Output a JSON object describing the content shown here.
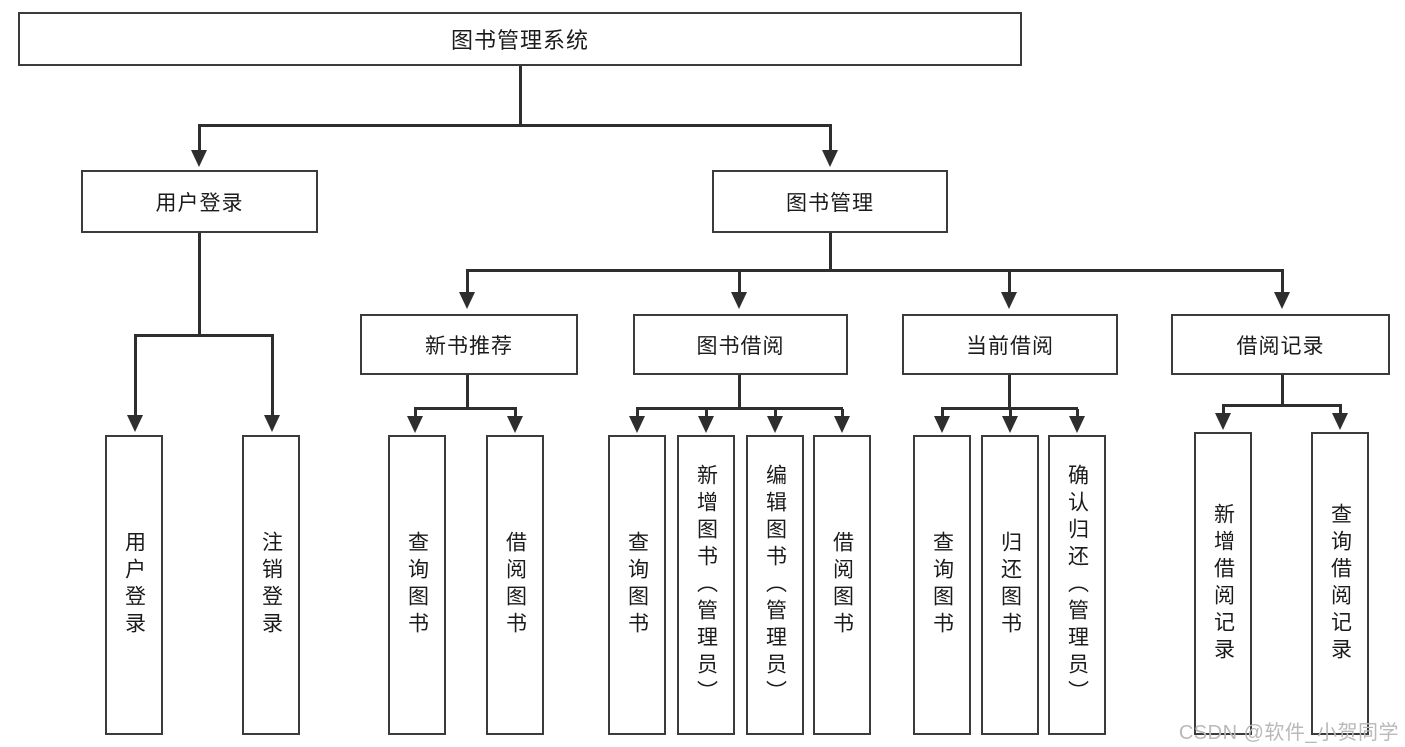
{
  "diagram": {
    "title": "图书管理系统",
    "type": "tree-hierarchy-diagram",
    "root": {
      "label": "图书管理系统"
    },
    "level2": [
      {
        "label": "用户登录"
      },
      {
        "label": "图书管理"
      }
    ],
    "level3": [
      {
        "label": "新书推荐"
      },
      {
        "label": "图书借阅"
      },
      {
        "label": "当前借阅"
      },
      {
        "label": "借阅记录"
      }
    ],
    "leaves": {
      "user_login": [
        {
          "label": "用户登录"
        },
        {
          "label": "注销登录"
        }
      ],
      "new_book_recommend": [
        {
          "label": "查询图书"
        },
        {
          "label": "借阅图书"
        }
      ],
      "book_borrow": [
        {
          "label": "查询图书"
        },
        {
          "label": "新增图书（管理员）"
        },
        {
          "label": "编辑图书（管理员）"
        },
        {
          "label": "借阅图书"
        }
      ],
      "current_borrow": [
        {
          "label": "查询图书"
        },
        {
          "label": "归还图书"
        },
        {
          "label": "确认归还（管理员）"
        }
      ],
      "borrow_record": [
        {
          "label": "新增借阅记录"
        },
        {
          "label": "查询借阅记录"
        }
      ]
    }
  },
  "watermark": {
    "text": "CSDN @软件_小贺同学"
  },
  "colors": {
    "box_border": "#3b3b3b",
    "line": "#2e2e2e",
    "text": "#1b1b1b",
    "background": "#ffffff",
    "watermark": "#b9b9b9"
  }
}
